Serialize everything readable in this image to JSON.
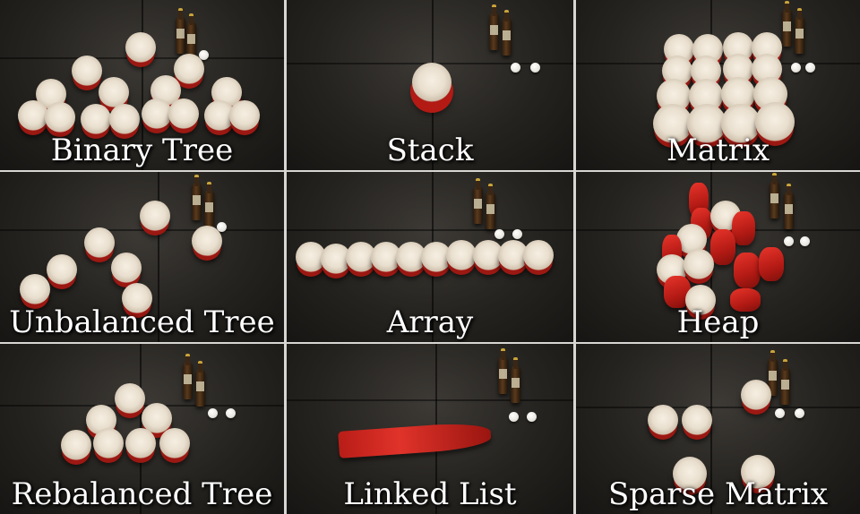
{
  "panels": [
    {
      "id": "binary-tree",
      "label": "Binary Tree"
    },
    {
      "id": "stack",
      "label": "Stack"
    },
    {
      "id": "matrix",
      "label": "Matrix"
    },
    {
      "id": "unbalanced-tree",
      "label": "Unbalanced Tree"
    },
    {
      "id": "array",
      "label": "Array"
    },
    {
      "id": "heap",
      "label": "Heap"
    },
    {
      "id": "rebalanced-tree",
      "label": "Rebalanced Tree"
    },
    {
      "id": "linked-list",
      "label": "Linked List"
    },
    {
      "id": "sparse-matrix",
      "label": "Sparse Matrix"
    }
  ],
  "colors": {
    "cup_red": "#c0261e",
    "cup_rim": "#f6efe2",
    "table": "#2b2824",
    "label": "#ffffff"
  }
}
